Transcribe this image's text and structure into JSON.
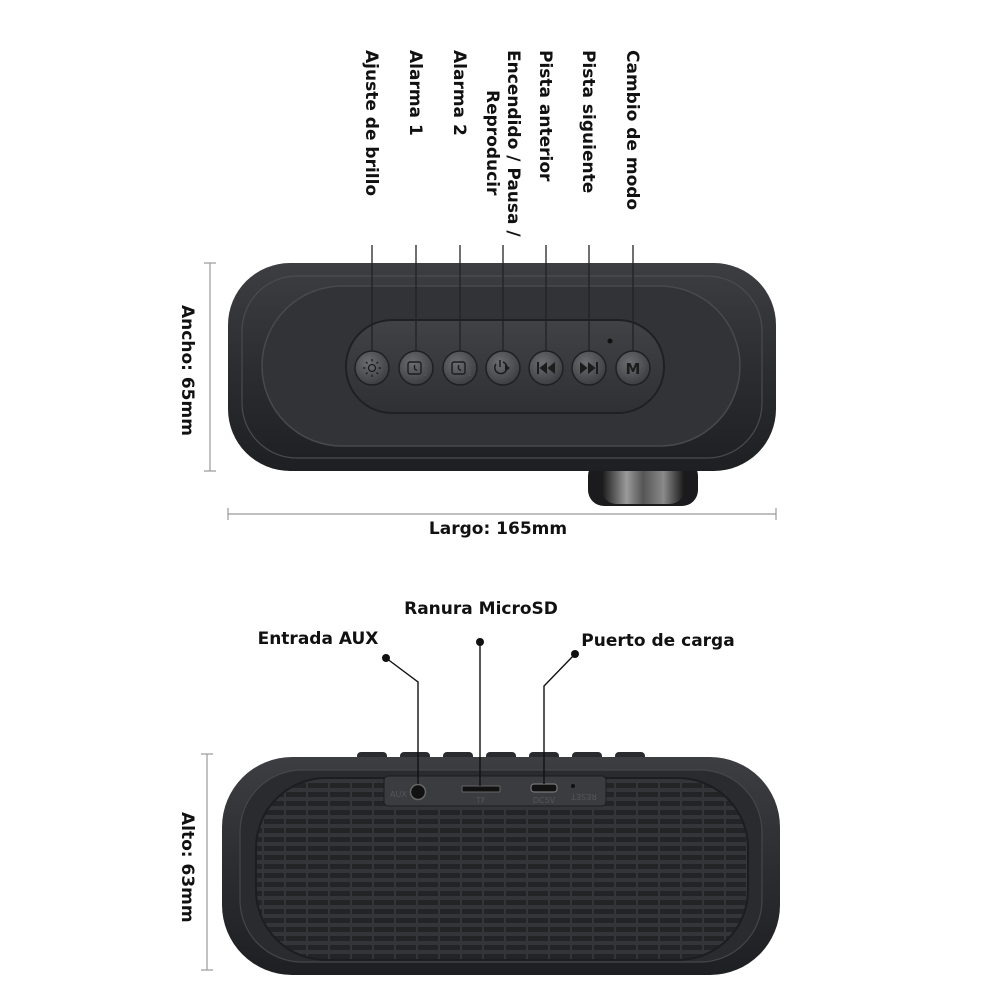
{
  "top_view": {
    "button_labels": [
      "Ajuste de brillo",
      "Alarma 1",
      "Alarma 2",
      "Encendido / Pausa /",
      "Reproducir",
      "Pista anterior",
      "Pista siguiente",
      "Cambio de modo"
    ],
    "width_label": "Ancho: 65mm",
    "length_label": "Largo: 165mm",
    "mode_button_letter": "M"
  },
  "back_view": {
    "aux_label": "Entrada AUX",
    "microsd_label": "Ranura MicroSD",
    "charge_label": "Puerto de carga",
    "height_label": "Alto: 63mm",
    "port_markings": {
      "aux": "AUX",
      "tf": "TF",
      "dc": "DC5V",
      "reset": "RESET"
    }
  },
  "colors": {
    "body": "#2b2c2f",
    "panel": "#3a3b3f",
    "grille": "#36373a",
    "text": "#111111"
  }
}
